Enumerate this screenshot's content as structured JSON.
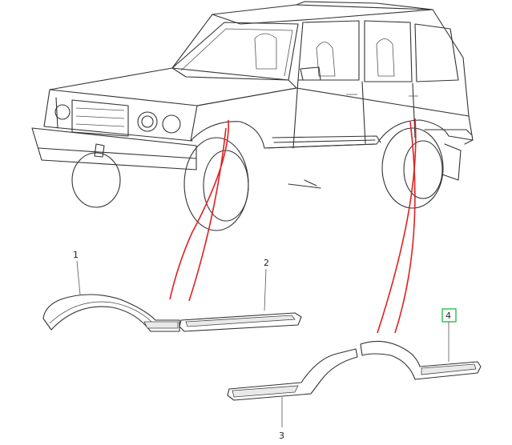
{
  "callouts": [
    {
      "id": "1",
      "label": "1",
      "highlighted": false
    },
    {
      "id": "2",
      "label": "2",
      "highlighted": false
    },
    {
      "id": "3",
      "label": "3",
      "highlighted": false
    },
    {
      "id": "4",
      "label": "4",
      "highlighted": true
    }
  ],
  "colors": {
    "line": "#333333",
    "leader_red": "#dd2222",
    "highlight_box": "#27c24a",
    "background": "#ffffff"
  }
}
